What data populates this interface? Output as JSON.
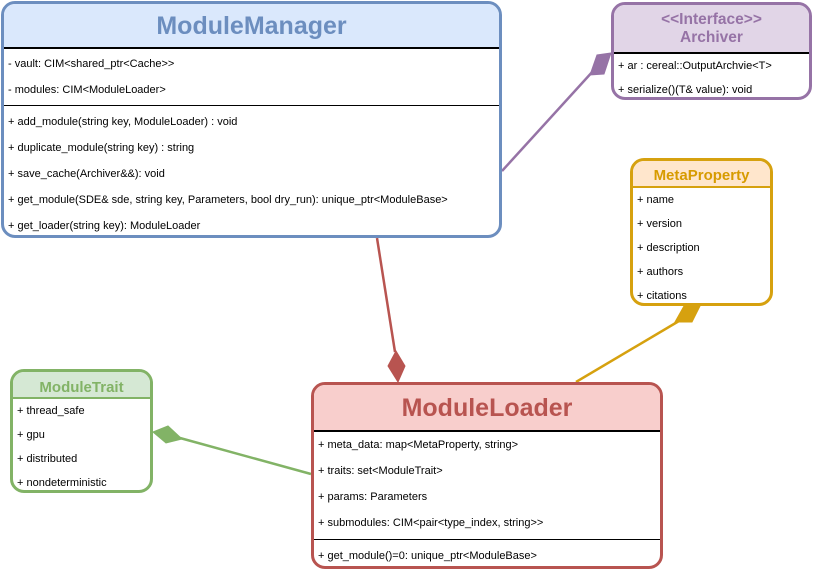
{
  "colors": {
    "blue_border": "#6c8ebf",
    "blue_fill": "#dae8fc",
    "purple_border": "#9673a6",
    "purple_fill": "#e1d5e7",
    "orange_border": "#d6a10f",
    "orange_fill": "#ffe6cc",
    "green_border": "#82b366",
    "green_fill": "#d5e8d4",
    "red_border": "#b85450",
    "red_fill": "#f8cecc"
  },
  "module_manager": {
    "title": "ModuleManager",
    "attributes": [
      "- vault: CIM<shared_ptr<Cache>>",
      "- modules: CIM<ModuleLoader>"
    ],
    "operations": [
      "+ add_module(string key, ModuleLoader) : void",
      "+ duplicate_module(string key) : string",
      "+ save_cache(Archiver&&): void",
      "+ get_module(SDE& sde, string key, Parameters, bool dry_run):  unique_ptr<ModuleBase>",
      "+ get_loader(string key):  ModuleLoader"
    ]
  },
  "archiver": {
    "stereotype": "<<Interface>>",
    "title": "Archiver",
    "attributes": [
      "+ ar : cereal::OutputArchvie<T>",
      "+ serialize()(T& value): void"
    ]
  },
  "meta_property": {
    "title": "MetaProperty",
    "attributes": [
      "+ name",
      "+ version",
      "+ description",
      "+ authors",
      "+ citations"
    ]
  },
  "module_trait": {
    "title": "ModuleTrait",
    "attributes": [
      "+ thread_safe",
      "+ gpu",
      "+ distributed",
      "+ nondeterministic"
    ]
  },
  "module_loader": {
    "title": "ModuleLoader",
    "attributes": [
      "+ meta_data: map<MetaProperty, string>",
      "+ traits: set<ModuleTrait>",
      "+ params: Parameters",
      "+ submodules: CIM<pair<type_index, string>>"
    ],
    "operations": [
      "+ get_module()=0: unique_ptr<ModuleBase>"
    ]
  }
}
